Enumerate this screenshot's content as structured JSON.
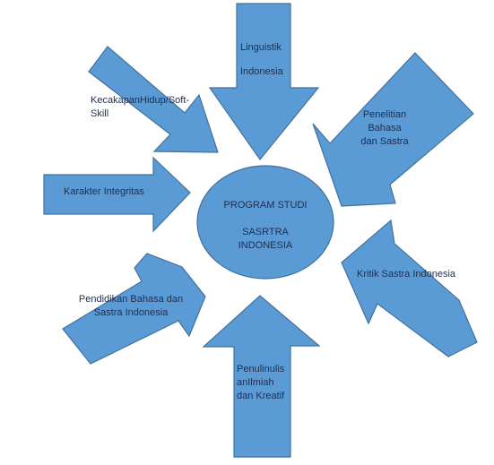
{
  "colors": {
    "fill": "#5b9bd5",
    "stroke": "#41719c",
    "text": "#1f2d4d",
    "background": "#ffffff"
  },
  "center": {
    "line1": "PROGRAM STUDI",
    "line2": "SASRTRA",
    "line3": "INDONESIA"
  },
  "arrows": {
    "top": {
      "line1": "Linguistik",
      "line2": "Indonesia"
    },
    "top_left": {
      "line1": "KecakapanHidup/Soft-",
      "line2": "Skill"
    },
    "top_right": {
      "line1": "Penelitian",
      "line2": "Bahasa",
      "line3": "dan Sastra"
    },
    "left": {
      "line1": "Karakter Integritas"
    },
    "right": {
      "line1": "Kritik Sastra Indonesia"
    },
    "bottom_left": {
      "line1": "Pendidikan Bahasa dan",
      "line2": "Sastra Indonesia"
    },
    "bottom": {
      "line1": "Penulinulis",
      "line2": "anIlmiah",
      "line3": "dan Kreatif"
    }
  }
}
